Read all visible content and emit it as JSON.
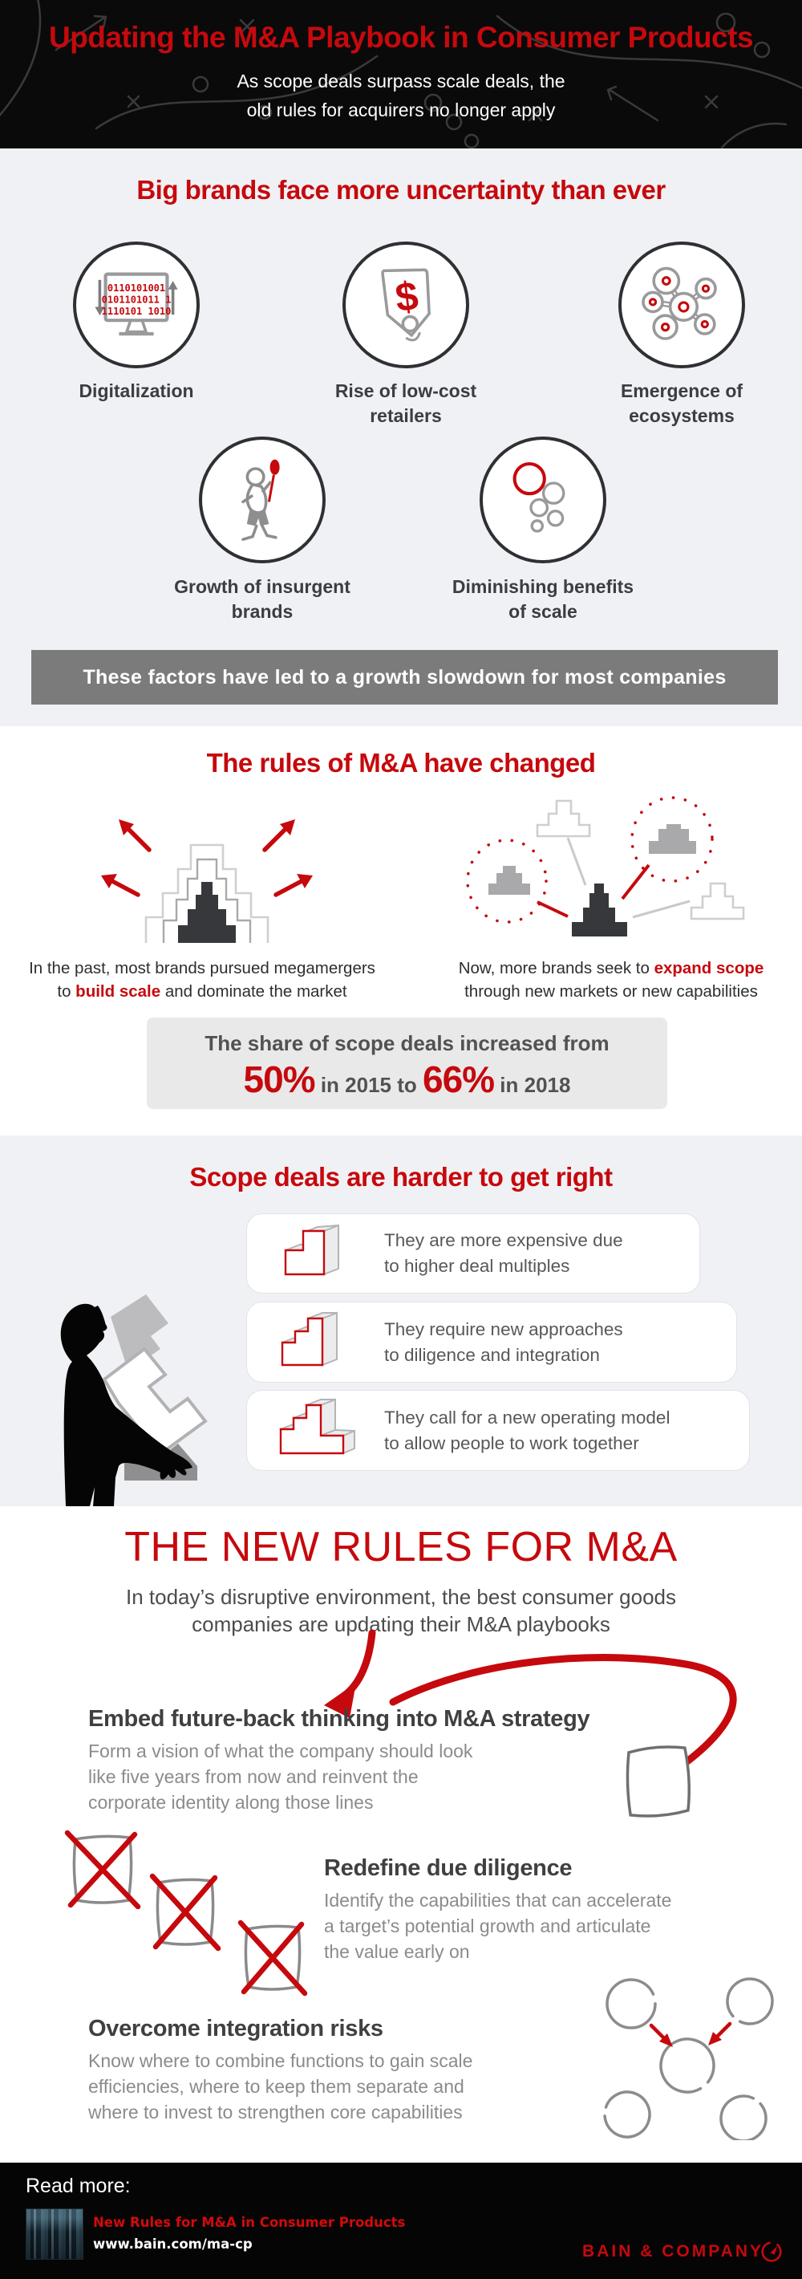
{
  "colors": {
    "accent_red": "#c6090d",
    "dark_text": "#3a3b3e",
    "body_gray": "#8b8b8d",
    "section_bg": "#f0f1f4",
    "banner_bg": "#7b7b7b",
    "stat_box_bg": "#e9e9ea",
    "footer_bg": "#050505"
  },
  "header": {
    "title": "Updating the M&A Playbook in Consumer Products",
    "subtitle_line1": "As scope deals surpass scale deals, the",
    "subtitle_line2": "old rules for acquirers no longer apply"
  },
  "uncertainty": {
    "title": "Big brands face more uncertainty than ever",
    "factors": [
      {
        "icon": "monitor-binary-icon",
        "line1": "Digitalization"
      },
      {
        "icon": "price-tag-icon",
        "line1": "Rise of low-cost",
        "line2": "retailers"
      },
      {
        "icon": "ecosystem-network-icon",
        "line1": "Emergence of",
        "line2": "ecosystems"
      },
      {
        "icon": "insurgent-figure-icon",
        "line1": "Growth of insurgent",
        "line2": "brands"
      },
      {
        "icon": "diminishing-circles-icon",
        "line1": "Diminishing benefits",
        "line2": "of scale"
      }
    ],
    "binary_rows": [
      "0110101001",
      "0101101011 1",
      "1110101 1010"
    ],
    "dollar_sign": "$",
    "banner": "These factors have led to a growth slowdown for most companies"
  },
  "rules": {
    "title": "The rules of M&A have changed",
    "past": {
      "line1": "In the past, most brands pursued megamergers",
      "line2_pre": "to ",
      "line2_red": "build scale",
      "line2_post": " and dominate the market"
    },
    "now": {
      "line1_pre": "Now, more brands seek to ",
      "line1_red": "expand scope",
      "line2": "through new markets or new capabilities"
    },
    "stat": {
      "intro": "The share of scope deals increased from",
      "value1": "50%",
      "middle": " in 2015 to ",
      "value2": "66%",
      "end": " in 2018"
    }
  },
  "harder": {
    "title": "Scope deals are harder to get right",
    "cards": [
      {
        "icon": "staircase-3d-icon",
        "line1": "They are more expensive due",
        "line2": "to higher deal multiples"
      },
      {
        "icon": "staircase-3d-icon",
        "line1": "They require new approaches",
        "line2": "to diligence and integration"
      },
      {
        "icon": "staircase-3d-icon",
        "line1": "They call for a new operating model",
        "line2": "to allow people to work together"
      }
    ]
  },
  "new_rules": {
    "title": "THE NEW RULES FOR M&A",
    "subtitle_line1": "In today’s disruptive environment, the best consumer goods",
    "subtitle_line2": "companies are updating their M&A playbooks",
    "rules": [
      {
        "heading": "Embed future-back thinking into M&A strategy",
        "lines": [
          "Form a vision of what the company should look",
          "like five years from now and reinvent the",
          "corporate identity along those lines"
        ]
      },
      {
        "heading": "Redefine due diligence",
        "lines": [
          "Identify the capabilities that can accelerate",
          "a target’s potential growth and articulate",
          "the value early on"
        ]
      },
      {
        "heading": "Overcome integration risks",
        "lines": [
          "Know where to combine functions to gain scale",
          "efficiencies, where to keep them separate and",
          "where to invest to strengthen core capabilities"
        ]
      }
    ]
  },
  "footer": {
    "read_more": "Read more:",
    "link_title": "New Rules for M&A in Consumer Products",
    "link_url": "www.bain.com/ma-cp",
    "brand": "BAIN & COMPANY"
  }
}
